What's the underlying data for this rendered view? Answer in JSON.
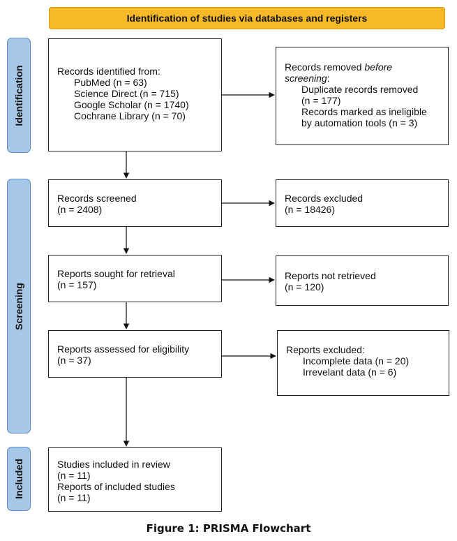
{
  "header": {
    "title": "Identification of studies via databases and registers"
  },
  "phases": {
    "identification": "Identification",
    "screening": "Screening",
    "included": "Included"
  },
  "identified": {
    "heading": "Records identified from:",
    "sources": [
      "PubMed (n = 63)",
      "Science Direct (n = 715)",
      "Google Scholar (n = 1740)",
      "Cochrane Library (n = 70)"
    ]
  },
  "removed": {
    "heading_pre": "Records removed",
    "heading_em1": "before",
    "heading_em2": "screening",
    "heading_post": ":",
    "items": [
      "Duplicate records removed",
      "(n = 177)",
      "Records marked as ineligible",
      "by automation tools (n = 3)"
    ]
  },
  "screened": {
    "label": "Records screened",
    "count": "(n = 2408)"
  },
  "excluded": {
    "label": "Records excluded",
    "count": "(n = 18426)"
  },
  "sought": {
    "label": "Reports sought for retrieval",
    "count": "(n = 157)"
  },
  "not_retrieved": {
    "label": "Reports not retrieved",
    "count": "(n = 120)"
  },
  "assessed": {
    "label": "Reports assessed for eligibility",
    "count": "(n = 37)"
  },
  "reports_excluded": {
    "heading": "Reports excluded:",
    "items": [
      "Incomplete data (n = 20)",
      "Irrevelant data (n = 6)"
    ]
  },
  "included": {
    "lines": [
      "Studies included in review",
      "(n = 11)",
      "Reports of included studies",
      "(n = 11)"
    ]
  },
  "caption": "Figure 1: PRISMA Flowchart"
}
